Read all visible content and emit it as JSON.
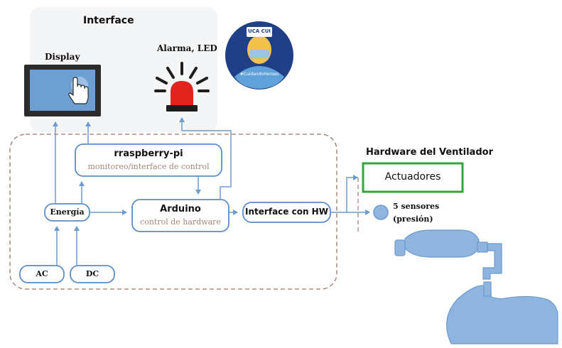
{
  "interface_panel": {
    "title": "Interface"
  },
  "display": {
    "label": "Display",
    "icon": "touchscreen-hand-icon"
  },
  "alarm": {
    "label": "Alarma, LED",
    "icon": "alarm-light-icon"
  },
  "logo": {
    "top_text": "UCA CUI",
    "bottom_text": "#CuidandoHeroes"
  },
  "raspberry": {
    "title": "rraspberry-pi",
    "subtitle": "monitoreo/interface de control"
  },
  "arduino": {
    "title": "Arduino",
    "subtitle": "control de hardware"
  },
  "energia": {
    "label": "Energía"
  },
  "ac": {
    "label": "AC"
  },
  "dc": {
    "label": "DC"
  },
  "interface_hw": {
    "label": "Interface con HW"
  },
  "hardware": {
    "title": "Hardware del Ventilador"
  },
  "actuadores": {
    "label": "Actuadores"
  },
  "sensores": {
    "line1": "5 sensores",
    "line2": "(presión)"
  },
  "colors": {
    "line": "#6b9bd0",
    "box_stroke": "#5b8ec9",
    "dashed": "#a0766a",
    "green": "#33a53a",
    "panel_bg": "#f4f5f6",
    "alarm_red": "#e3231e",
    "device_blue": "#8fb4de"
  }
}
